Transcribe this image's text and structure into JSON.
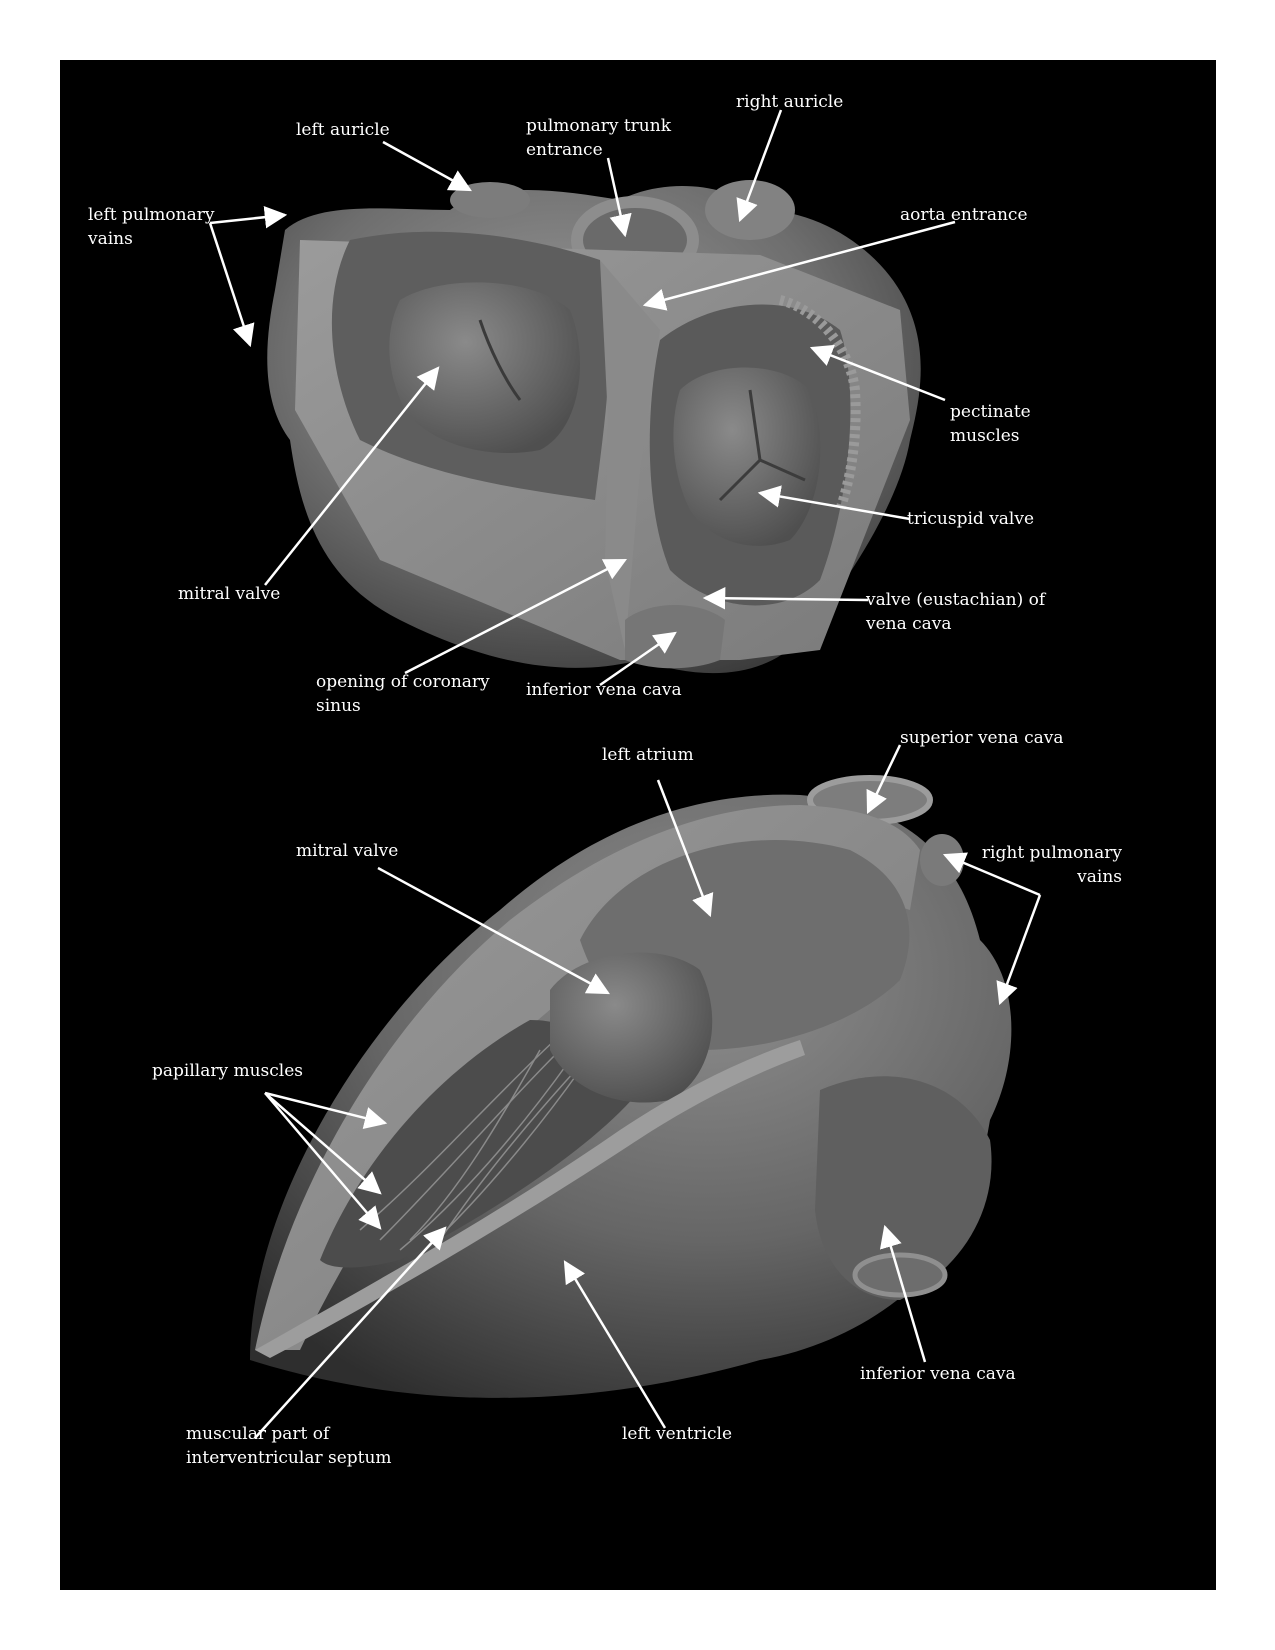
{
  "labels": {
    "top": {
      "left_auricle": "left auricle",
      "pulmonary_trunk_entrance": "pulmonary trunk\nentrance",
      "right_auricle": "right auricle",
      "left_pulmonary_vains": "left pulmonary\nvains",
      "aorta_entrance": "aorta entrance",
      "pectinate_muscles": "pectinate\nmuscles",
      "tricuspid_valve": "tricuspid valve",
      "mitral_valve": "mitral valve",
      "eustachian_valve": "valve (eustachian) of\nvena cava",
      "coronary_sinus_opening": "opening of coronary\nsinus",
      "inferior_vena_cava": "inferior vena cava"
    },
    "bottom": {
      "left_atrium": "left atrium",
      "superior_vena_cava": "superior vena cava",
      "mitral_valve": "mitral valve",
      "right_pulmonary_vains": "right pulmonary\nvains",
      "papillary_muscles": "papillary muscles",
      "inferior_vena_cava": "inferior vena cava",
      "muscular_septum": "muscular part of\ninterventricular septum",
      "left_ventricle": "left ventricle"
    }
  },
  "colors": {
    "background": "#000000",
    "page": "#ffffff",
    "label_text": "#ffffff",
    "tissue_light": "#8c8c8c",
    "tissue_mid": "#6f6f6f",
    "tissue_dark": "#4a4a4a"
  }
}
